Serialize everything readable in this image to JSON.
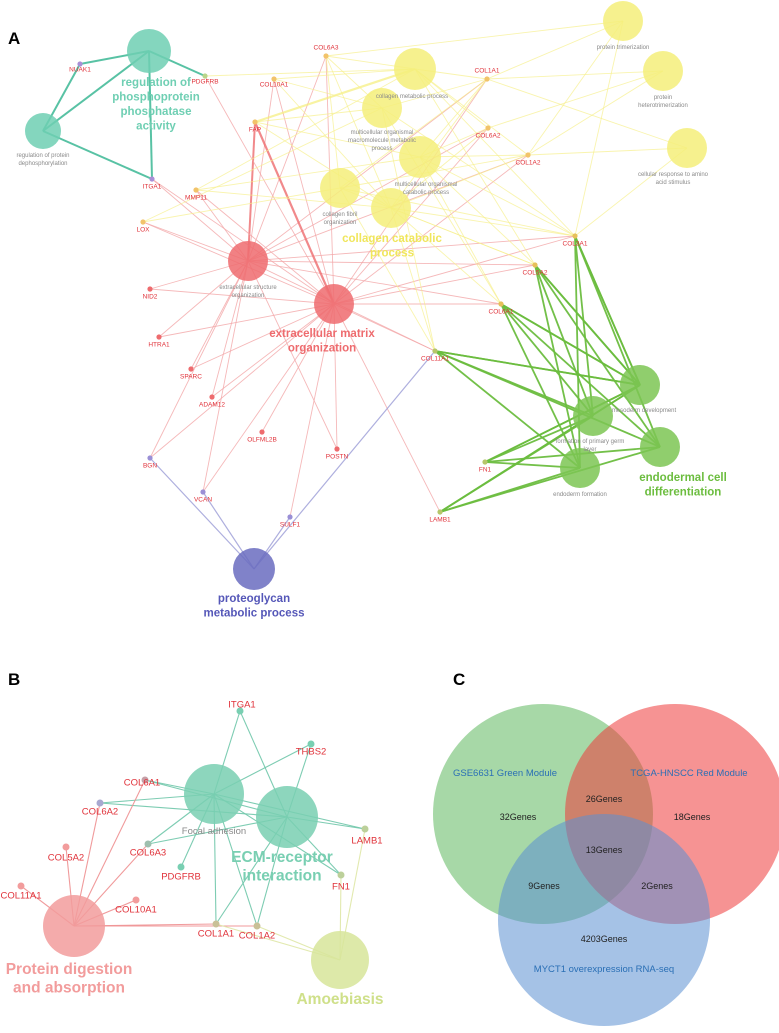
{
  "panels": {
    "A": {
      "label": "A",
      "clusters": {
        "phosphatase": {
          "color": "#6fcfb3",
          "edge": "#4fbf9f",
          "label_lines": [
            "regulation of",
            "phosphoprotein",
            "phosphatase",
            "activity"
          ]
        },
        "ecm": {
          "color": "#ee6b6e",
          "edge": "#f2a6a8",
          "label_lines": [
            "extracellular matrix",
            "organization"
          ]
        },
        "collagen": {
          "color": "#f5ee7a",
          "edge": "#f6f08c",
          "label_lines": [
            "collagen catabolic",
            "process"
          ]
        },
        "endoderm": {
          "color": "#7cc653",
          "edge": "#6cbd3f",
          "label_lines": [
            "endodermal cell",
            "differentiation"
          ]
        },
        "proteoglycan": {
          "color": "#6a6cc0",
          "edge": "#9a9bd6",
          "label_lines": [
            "proteoglycan",
            "metabolic process"
          ]
        }
      },
      "terms": {
        "reg_phos": {
          "cluster": "phosphatase",
          "label": ""
        },
        "reg_prot_dephos": {
          "cluster": "phosphatase",
          "label": "regulation of protein dephosphorylation"
        },
        "ecm_struct": {
          "cluster": "ecm",
          "label": "extracellular structure organization"
        },
        "ecm_org": {
          "cluster": "ecm",
          "label": ""
        },
        "cell_mod_metab": {
          "cluster": "collagen",
          "label": "collagen metabolic process"
        },
        "multi_macro": {
          "cluster": "collagen",
          "label": "multicellular organismal macromolecule metabolic process"
        },
        "multi_catab": {
          "cluster": "collagen",
          "label": "multicellular organismal catabolic process"
        },
        "collagen_fibril": {
          "cluster": "collagen",
          "label": "collagen fibril organization"
        },
        "collagen_catab": {
          "cluster": "collagen",
          "label": ""
        },
        "protein_trimer": {
          "cluster": "collagen",
          "label": "protein trimerization"
        },
        "protein_hetero": {
          "cluster": "collagen",
          "label": "protein heterotrimerization"
        },
        "cell_resp_aa": {
          "cluster": "collagen",
          "label": "cellular response to amino acid stimulus"
        },
        "mesoderm_dev": {
          "cluster": "endoderm",
          "label": "mesoderm development"
        },
        "formation_germ": {
          "cluster": "endoderm",
          "label": "formation of primary germ layer"
        },
        "endoderm_form": {
          "cluster": "endoderm",
          "label": "endoderm formation"
        },
        "endoderm_diff": {
          "cluster": "endoderm",
          "label": ""
        },
        "endoderm_dev": {
          "cluster": "endoderm",
          "label": ""
        },
        "proteoglycan": {
          "cluster": "proteoglycan",
          "label": ""
        }
      },
      "genes": [
        "NUAK1",
        "PDGFRB",
        "COL10A1",
        "COL6A3",
        "COL1A1",
        "COL6A2",
        "COL1A2",
        "FAP",
        "ITGA1",
        "MMP11",
        "LOX",
        "NID2",
        "HTRA1",
        "SPARC",
        "ADAM12",
        "OLFML2B",
        "POSTN",
        "BGN",
        "VCAN",
        "SULF1",
        "COL3A1",
        "COL5A2",
        "COL6A1",
        "COL11A1",
        "FN1",
        "LAMB1"
      ],
      "edges": [
        [
          "reg_phos",
          "NUAK1"
        ],
        [
          "reg_phos",
          "PDGFRB"
        ],
        [
          "reg_phos",
          "ITGA1"
        ],
        [
          "reg_phos",
          "reg_prot_dephos"
        ],
        [
          "reg_prot_dephos",
          "NUAK1"
        ],
        [
          "reg_prot_dephos",
          "ITGA1"
        ],
        [
          "ecm_struct",
          "FAP"
        ],
        [
          "ecm_struct",
          "MMP11"
        ],
        [
          "ecm_struct",
          "LOX"
        ],
        [
          "ecm_struct",
          "NID2"
        ],
        [
          "ecm_struct",
          "HTRA1"
        ],
        [
          "ecm_struct",
          "SPARC"
        ],
        [
          "ecm_struct",
          "ADAM12"
        ],
        [
          "ecm_struct",
          "BGN"
        ],
        [
          "ecm_struct",
          "ITGA1"
        ],
        [
          "ecm_struct",
          "COL10A1"
        ],
        [
          "ecm_struct",
          "COL6A3"
        ],
        [
          "ecm_struct",
          "COL1A1"
        ],
        [
          "ecm_struct",
          "COL6A2"
        ],
        [
          "ecm_struct",
          "COL1A2"
        ],
        [
          "ecm_struct",
          "COL3A1"
        ],
        [
          "ecm_struct",
          "COL5A2"
        ],
        [
          "ecm_struct",
          "COL6A1"
        ],
        [
          "ecm_struct",
          "COL11A1"
        ],
        [
          "ecm_struct",
          "POSTN"
        ],
        [
          "ecm_struct",
          "VCAN"
        ],
        [
          "ecm_org",
          "FAP"
        ],
        [
          "ecm_org",
          "MMP11"
        ],
        [
          "ecm_org",
          "LOX"
        ],
        [
          "ecm_org",
          "NID2"
        ],
        [
          "ecm_org",
          "HTRA1"
        ],
        [
          "ecm_org",
          "SPARC"
        ],
        [
          "ecm_org",
          "ADAM12"
        ],
        [
          "ecm_org",
          "OLFML2B"
        ],
        [
          "ecm_org",
          "POSTN"
        ],
        [
          "ecm_org",
          "BGN"
        ],
        [
          "ecm_org",
          "VCAN"
        ],
        [
          "ecm_org",
          "SULF1"
        ],
        [
          "ecm_org",
          "COL10A1"
        ],
        [
          "ecm_org",
          "COL6A3"
        ],
        [
          "ecm_org",
          "COL1A1"
        ],
        [
          "ecm_org",
          "COL6A2"
        ],
        [
          "ecm_org",
          "COL1A2"
        ],
        [
          "ecm_org",
          "COL3A1"
        ],
        [
          "ecm_org",
          "COL5A2"
        ],
        [
          "ecm_org",
          "COL6A1"
        ],
        [
          "ecm_org",
          "COL11A1"
        ],
        [
          "ecm_org",
          "LAMB1"
        ],
        [
          "ecm_org",
          "ITGA1"
        ],
        [
          "ecm_org",
          "PDGFRB"
        ],
        [
          "cell_mod_metab",
          "COL10A1"
        ],
        [
          "cell_mod_metab",
          "COL6A3"
        ],
        [
          "cell_mod_metab",
          "COL1A1"
        ],
        [
          "cell_mod_metab",
          "COL6A2"
        ],
        [
          "cell_mod_metab",
          "COL1A2"
        ],
        [
          "cell_mod_metab",
          "FAP"
        ],
        [
          "cell_mod_metab",
          "MMP11"
        ],
        [
          "cell_mod_metab",
          "PDGFRB"
        ],
        [
          "cell_mod_metab",
          "COL3A1"
        ],
        [
          "cell_mod_metab",
          "COL5A2"
        ],
        [
          "multi_macro",
          "COL10A1"
        ],
        [
          "multi_macro",
          "COL6A3"
        ],
        [
          "multi_macro",
          "COL1A1"
        ],
        [
          "multi_macro",
          "FAP"
        ],
        [
          "multi_macro",
          "LOX"
        ],
        [
          "multi_macro",
          "COL3A1"
        ],
        [
          "multi_macro",
          "COL6A1"
        ],
        [
          "multi_macro",
          "COL11A1"
        ],
        [
          "multi_catab",
          "COL1A1"
        ],
        [
          "multi_catab",
          "COL6A2"
        ],
        [
          "multi_catab",
          "COL1A2"
        ],
        [
          "multi_catab",
          "FAP"
        ],
        [
          "multi_catab",
          "MMP11"
        ],
        [
          "multi_catab",
          "COL3A1"
        ],
        [
          "multi_catab",
          "COL5A2"
        ],
        [
          "multi_catab",
          "COL6A1"
        ],
        [
          "collagen_fibril",
          "COL1A1"
        ],
        [
          "collagen_fibril",
          "COL1A2"
        ],
        [
          "collagen_fibril",
          "LOX"
        ],
        [
          "collagen_fibril",
          "COL3A1"
        ],
        [
          "collagen_fibril",
          "COL5A2"
        ],
        [
          "collagen_fibril",
          "COL11A1"
        ],
        [
          "collagen_fibril",
          "COL6A3"
        ],
        [
          "collagen_catab",
          "COL10A1"
        ],
        [
          "collagen_catab",
          "COL6A3"
        ],
        [
          "collagen_catab",
          "COL1A1"
        ],
        [
          "collagen_catab",
          "COL6A2"
        ],
        [
          "collagen_catab",
          "COL1A2"
        ],
        [
          "collagen_catab",
          "FAP"
        ],
        [
          "collagen_catab",
          "MMP11"
        ],
        [
          "collagen_catab",
          "COL3A1"
        ],
        [
          "collagen_catab",
          "COL5A2"
        ],
        [
          "collagen_catab",
          "COL6A1"
        ],
        [
          "collagen_catab",
          "COL11A1"
        ],
        [
          "protein_trimer",
          "COL1A1"
        ],
        [
          "protein_trimer",
          "COL1A2"
        ],
        [
          "protein_trimer",
          "COL3A1"
        ],
        [
          "protein_trimer",
          "COL6A3"
        ],
        [
          "protein_hetero",
          "COL1A1"
        ],
        [
          "protein_hetero",
          "COL1A2"
        ],
        [
          "protein_hetero",
          "COL6A2"
        ],
        [
          "cell_resp_aa",
          "COL1A1"
        ],
        [
          "cell_resp_aa",
          "COL3A1"
        ],
        [
          "cell_resp_aa",
          "COL1A2"
        ],
        [
          "mesoderm_dev",
          "COL3A1"
        ],
        [
          "mesoderm_dev",
          "COL5A2"
        ],
        [
          "mesoderm_dev",
          "COL6A1"
        ],
        [
          "mesoderm_dev",
          "COL11A1"
        ],
        [
          "mesoderm_dev",
          "FN1"
        ],
        [
          "mesoderm_dev",
          "LAMB1"
        ],
        [
          "formation_germ",
          "COL3A1"
        ],
        [
          "formation_germ",
          "COL5A2"
        ],
        [
          "formation_germ",
          "COL6A1"
        ],
        [
          "formation_germ",
          "COL11A1"
        ],
        [
          "formation_germ",
          "FN1"
        ],
        [
          "formation_germ",
          "LAMB1"
        ],
        [
          "endoderm_form",
          "COL3A1"
        ],
        [
          "endoderm_form",
          "COL5A2"
        ],
        [
          "endoderm_form",
          "COL6A1"
        ],
        [
          "endoderm_form",
          "COL11A1"
        ],
        [
          "endoderm_form",
          "FN1"
        ],
        [
          "endoderm_form",
          "LAMB1"
        ],
        [
          "endoderm_diff",
          "COL3A1"
        ],
        [
          "endoderm_diff",
          "COL5A2"
        ],
        [
          "endoderm_diff",
          "COL6A1"
        ],
        [
          "endoderm_diff",
          "COL11A1"
        ],
        [
          "endoderm_diff",
          "FN1"
        ],
        [
          "endoderm_diff",
          "LAMB1"
        ],
        [
          "endoderm_dev",
          "COL3A1"
        ],
        [
          "endoderm_dev",
          "COL5A2"
        ],
        [
          "endoderm_dev",
          "COL6A1"
        ],
        [
          "endoderm_dev",
          "COL11A1"
        ],
        [
          "endoderm_dev",
          "FN1"
        ],
        [
          "endoderm_dev",
          "LAMB1"
        ],
        [
          "proteoglycan",
          "BGN"
        ],
        [
          "proteoglycan",
          "VCAN"
        ],
        [
          "proteoglycan",
          "SULF1"
        ],
        [
          "proteoglycan",
          "COL11A1"
        ]
      ]
    },
    "B": {
      "label": "B",
      "clusters": {
        "ecm_receptor": {
          "color": "#79cfb2",
          "edge": "#6fc7aa",
          "label_lines": [
            "ECM-receptor",
            "interaction"
          ]
        },
        "protein_digestion": {
          "color": "#f29c9c",
          "edge": "#ee8f90",
          "label_lines": [
            "Protein digestion",
            "and absorption"
          ]
        },
        "amoebiasis": {
          "color": "#d7e59a",
          "edge": "#dfe7a6",
          "label_lines": [
            "Amoebiasis"
          ]
        }
      },
      "terms": {
        "focal_adhesion": {
          "cluster": "ecm_receptor",
          "label": "Focal adhesion"
        },
        "ecm_receptor": {
          "cluster": "ecm_receptor",
          "label": ""
        },
        "protein_digestion": {
          "cluster": "protein_digestion",
          "label": ""
        },
        "amoebiasis": {
          "cluster": "amoebiasis",
          "label": ""
        }
      },
      "genes": [
        "ITGA1",
        "THBS2",
        "COL6A1",
        "COL6A2",
        "COL6A3",
        "PDGFRB",
        "COL5A2",
        "COL11A1",
        "COL10A1",
        "COL1A1",
        "COL1A2",
        "LAMB1",
        "FN1"
      ],
      "edges": [
        [
          "focal_adhesion",
          "ITGA1"
        ],
        [
          "focal_adhesion",
          "THBS2"
        ],
        [
          "focal_adhesion",
          "COL6A1"
        ],
        [
          "focal_adhesion",
          "COL6A2"
        ],
        [
          "focal_adhesion",
          "COL6A3"
        ],
        [
          "focal_adhesion",
          "PDGFRB"
        ],
        [
          "focal_adhesion",
          "COL1A1"
        ],
        [
          "focal_adhesion",
          "COL1A2"
        ],
        [
          "focal_adhesion",
          "LAMB1"
        ],
        [
          "focal_adhesion",
          "FN1"
        ],
        [
          "ecm_receptor",
          "ITGA1"
        ],
        [
          "ecm_receptor",
          "THBS2"
        ],
        [
          "ecm_receptor",
          "COL6A1"
        ],
        [
          "ecm_receptor",
          "COL6A2"
        ],
        [
          "ecm_receptor",
          "COL6A3"
        ],
        [
          "ecm_receptor",
          "COL1A1"
        ],
        [
          "ecm_receptor",
          "COL1A2"
        ],
        [
          "ecm_receptor",
          "LAMB1"
        ],
        [
          "ecm_receptor",
          "FN1"
        ],
        [
          "protein_digestion",
          "COL6A1"
        ],
        [
          "protein_digestion",
          "COL6A2"
        ],
        [
          "protein_digestion",
          "COL6A3"
        ],
        [
          "protein_digestion",
          "COL5A2"
        ],
        [
          "protein_digestion",
          "COL11A1"
        ],
        [
          "protein_digestion",
          "COL10A1"
        ],
        [
          "protein_digestion",
          "COL1A1"
        ],
        [
          "protein_digestion",
          "COL1A2"
        ],
        [
          "amoebiasis",
          "COL1A1"
        ],
        [
          "amoebiasis",
          "COL1A2"
        ],
        [
          "amoebiasis",
          "LAMB1"
        ],
        [
          "amoebiasis",
          "FN1"
        ]
      ]
    },
    "C": {
      "label": "C",
      "sets": [
        {
          "key": "green",
          "label": "GSE6631 Green Module",
          "color": "#5fb85f"
        },
        {
          "key": "red",
          "label": "TCGA-HNSCC Red Module",
          "color": "#ee3b3b"
        },
        {
          "key": "blue",
          "label": "MYCT1 overexpression RNA-seq",
          "color": "#5b8fd1"
        }
      ],
      "counts": {
        "green_only": "32Genes",
        "red_only": "18Genes",
        "blue_only": "4203Genes",
        "green_red": "26Genes",
        "green_blue": "9Genes",
        "red_blue": "2Genes",
        "all": "13Genes"
      }
    }
  }
}
